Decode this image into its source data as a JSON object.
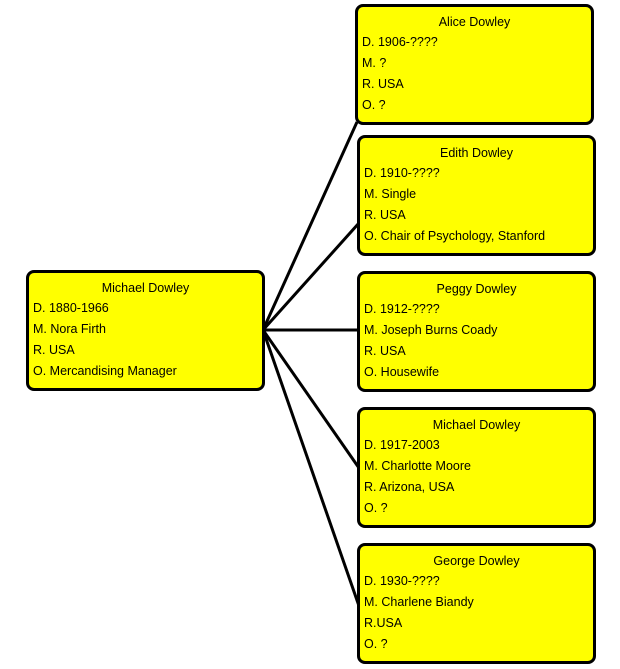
{
  "line_color": "#000000",
  "box_fill": "#ffff00",
  "root": {
    "name": "Michael Dowley",
    "d": "D. 1880-1966",
    "m": "M. Nora Firth",
    "r": "R. USA",
    "o": "O. Mercandising Manager"
  },
  "children": [
    {
      "name": "Alice Dowley",
      "d": "D. 1906-????",
      "m": "M. ?",
      "r": "R. USA",
      "o": "O. ?"
    },
    {
      "name": "Edith Dowley",
      "d": "D. 1910-????",
      "m": "M. Single",
      "r": "R. USA",
      "o": "O. Chair of Psychology, Stanford"
    },
    {
      "name": "Peggy Dowley",
      "d": "D. 1912-????",
      "m": "M. Joseph Burns Coady",
      "r": "R. USA",
      "o": "O. Housewife"
    },
    {
      "name": "Michael Dowley",
      "d": "D. 1917-2003",
      "m": "M. Charlotte Moore",
      "r": "R. Arizona, USA",
      "o": "O. ?"
    },
    {
      "name": "George Dowley",
      "d": "D. 1930-????",
      "m": "M. Charlene Biandy",
      "r": "R.USA",
      "o": "O. ?"
    }
  ]
}
